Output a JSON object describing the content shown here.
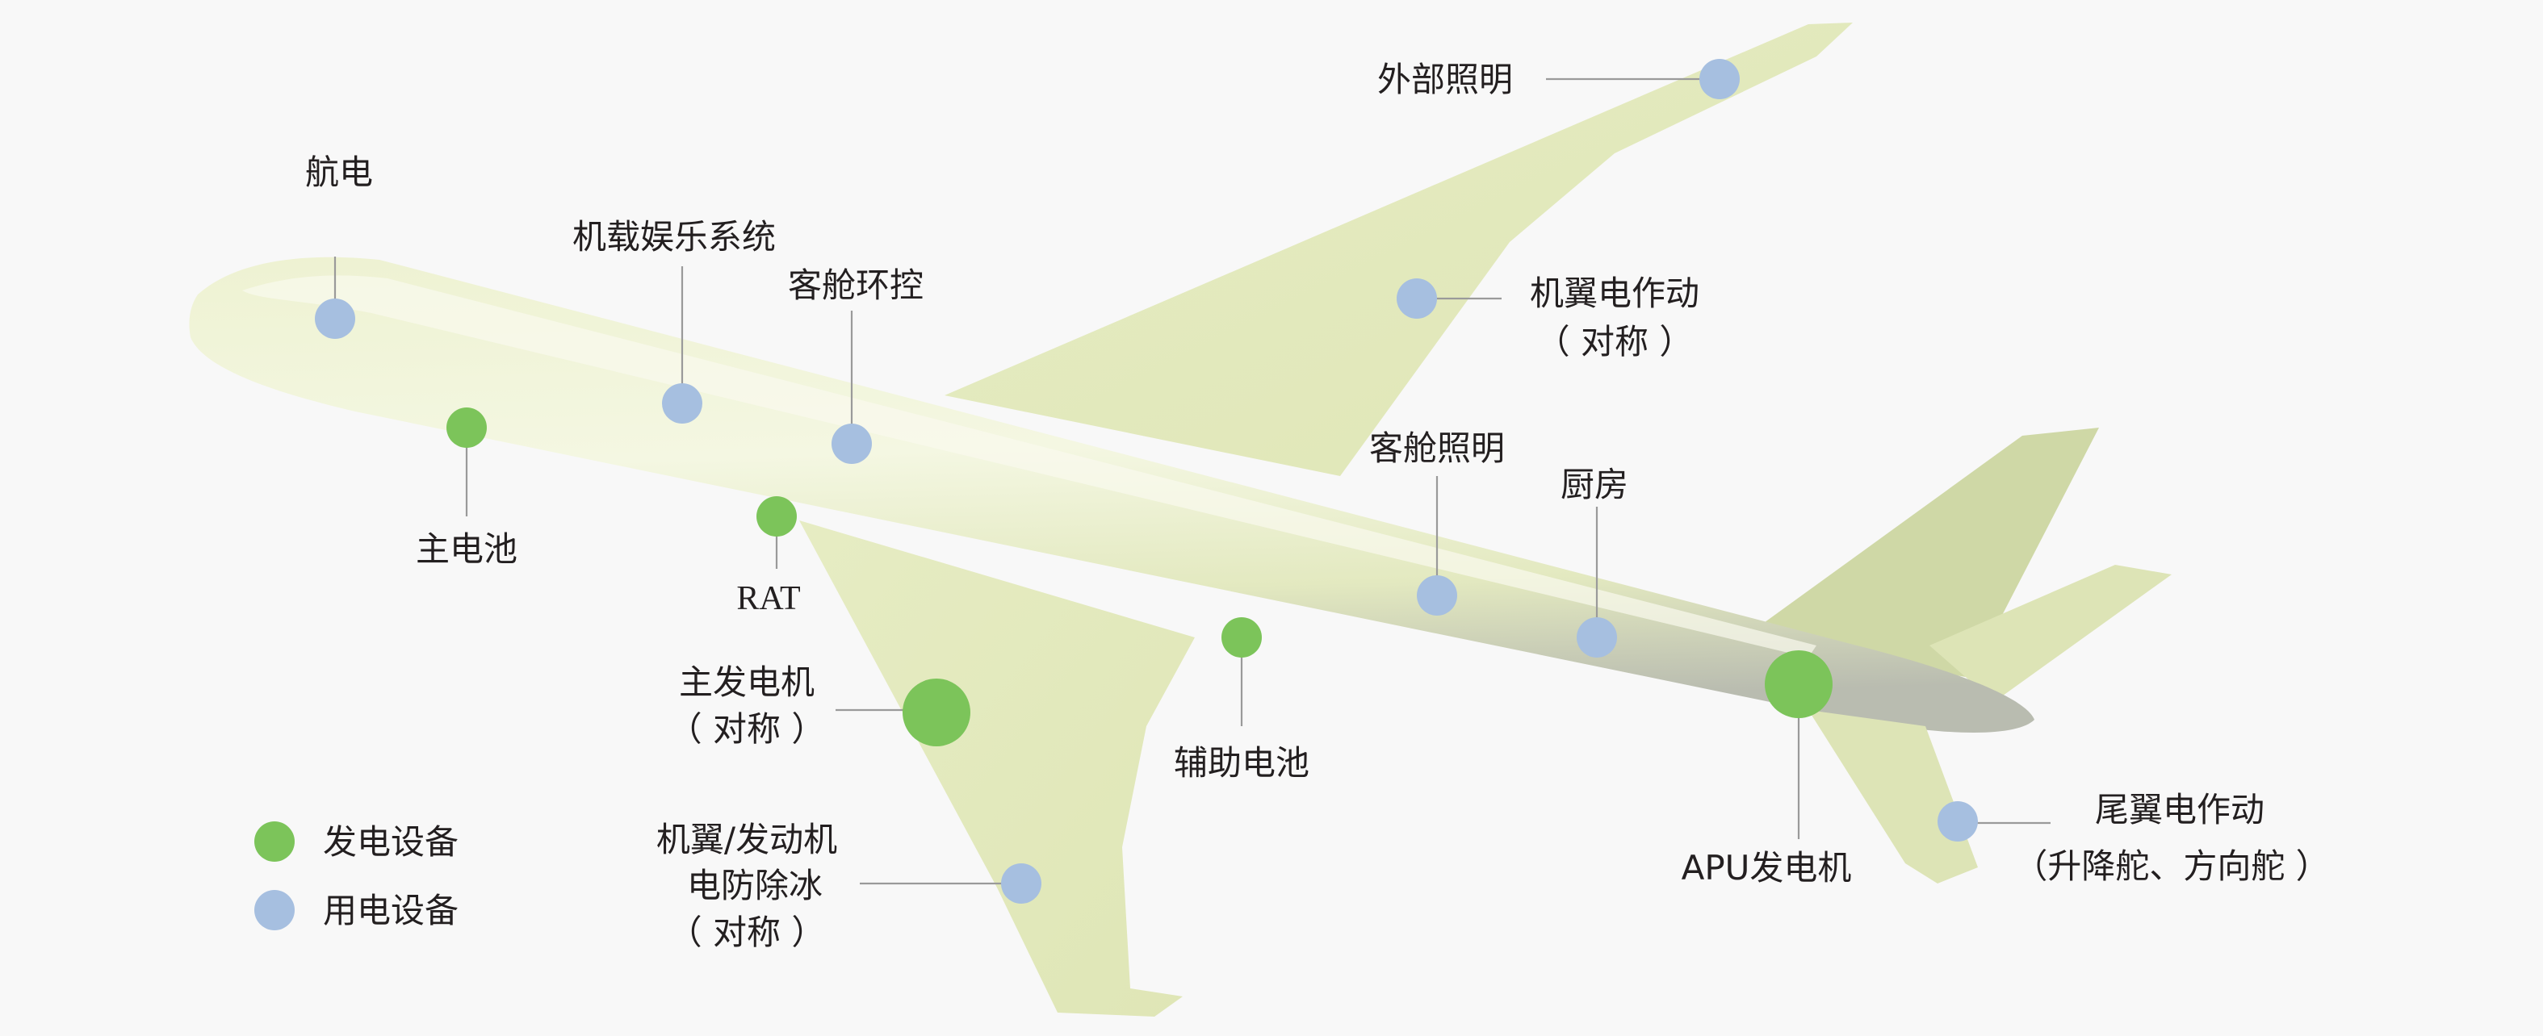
{
  "colors": {
    "generation": "#7cc45a",
    "load": "#a6bfe0",
    "fuselage": "#e8edc6",
    "wing": "#e3e9bb",
    "tail": "#cfd8a6",
    "background": "#f8f8f8"
  },
  "legend": {
    "generation": "发电设备",
    "load": "用电设备"
  },
  "labels": {
    "avionics": "航电",
    "ife": "机载娱乐系统",
    "cabin_ecs": "客舱环控",
    "exterior_lighting": "外部照明",
    "wing_actuation": [
      "机翼电作动",
      "（ 对称 ）"
    ],
    "cabin_lighting": "客舱照明",
    "galley": "厨房",
    "main_battery": "主电池",
    "rat": "RAT",
    "main_generator": [
      "主发电机",
      "（ 对称 ）"
    ],
    "aux_battery": "辅助电池",
    "deicing": [
      "机翼/发动机",
      "电防除冰",
      "（ 对称 ）"
    ],
    "apu_generator": "APU发电机",
    "tail_actuation": [
      "尾翼电作动",
      "（升降舵、方向舵 ）"
    ]
  }
}
